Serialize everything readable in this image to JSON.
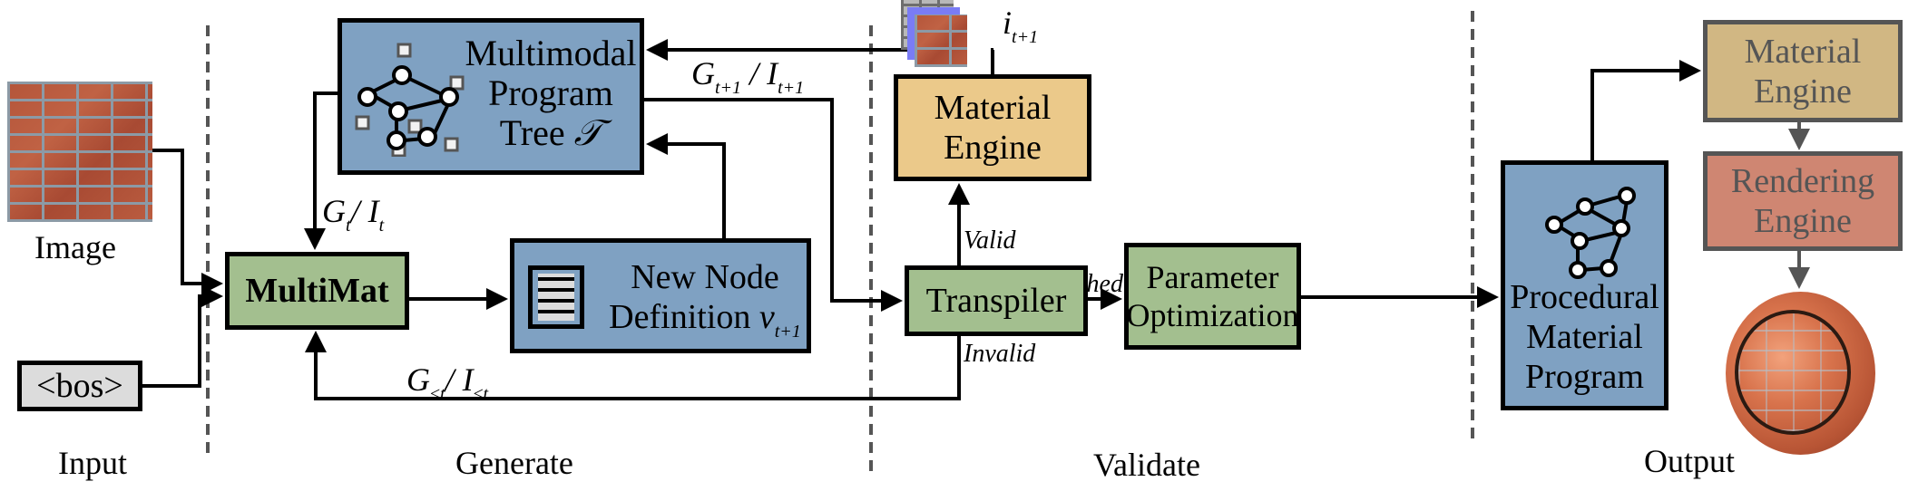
{
  "sections": {
    "input": "Input",
    "generate": "Generate",
    "validate": "Validate",
    "output": "Output"
  },
  "input": {
    "image_label": "Image",
    "bos_token": "<bos>"
  },
  "generate": {
    "multimat": "MultiMat",
    "program_tree": {
      "line1": "Multimodal",
      "line2": "Program",
      "line3": "Tree",
      "symbol": "𝒯"
    },
    "new_node": {
      "line1": "New Node",
      "line2": "Definition",
      "var": "v",
      "var_sub": "t+1"
    },
    "edge_gt_it": {
      "g": "G",
      "g_sub": "t",
      "sep": "/",
      "i": "I",
      "i_sub": "t"
    },
    "edge_gt1_it1": {
      "g": "G",
      "g_sub": "t+1",
      "sep": "/",
      "i": "I",
      "i_sub": "t+1"
    },
    "edge_gle_ile": {
      "g": "G",
      "g_sub": "≤t",
      "sep": "/",
      "i": "I",
      "i_sub": "≤t"
    }
  },
  "validate": {
    "material_engine": {
      "line1": "Material",
      "line2": "Engine"
    },
    "transpiler": "Transpiler",
    "parameter_optimization": {
      "line1": "Parameter",
      "line2": "Optimization"
    },
    "edge_valid": "Valid",
    "edge_invalid": "Invalid",
    "edge_finished": "Finished",
    "image_output": {
      "var": "i",
      "var_sub": "t+1"
    }
  },
  "output": {
    "procedural_program": {
      "line1": "Procedural",
      "line2": "Material",
      "line3": "Program"
    },
    "material_engine": {
      "line1": "Material",
      "line2": "Engine"
    },
    "rendering_engine": {
      "line1": "Rendering",
      "line2": "Engine"
    }
  },
  "colors": {
    "program_blue": "#7fa1c2",
    "module_green": "#a3bf8f",
    "engine_gold": "#ebc98a",
    "engine_gold_muted": "#d1b783",
    "render_salmon": "#cf8672",
    "token_grey": "#dcdcdc",
    "divider": "#555555"
  }
}
